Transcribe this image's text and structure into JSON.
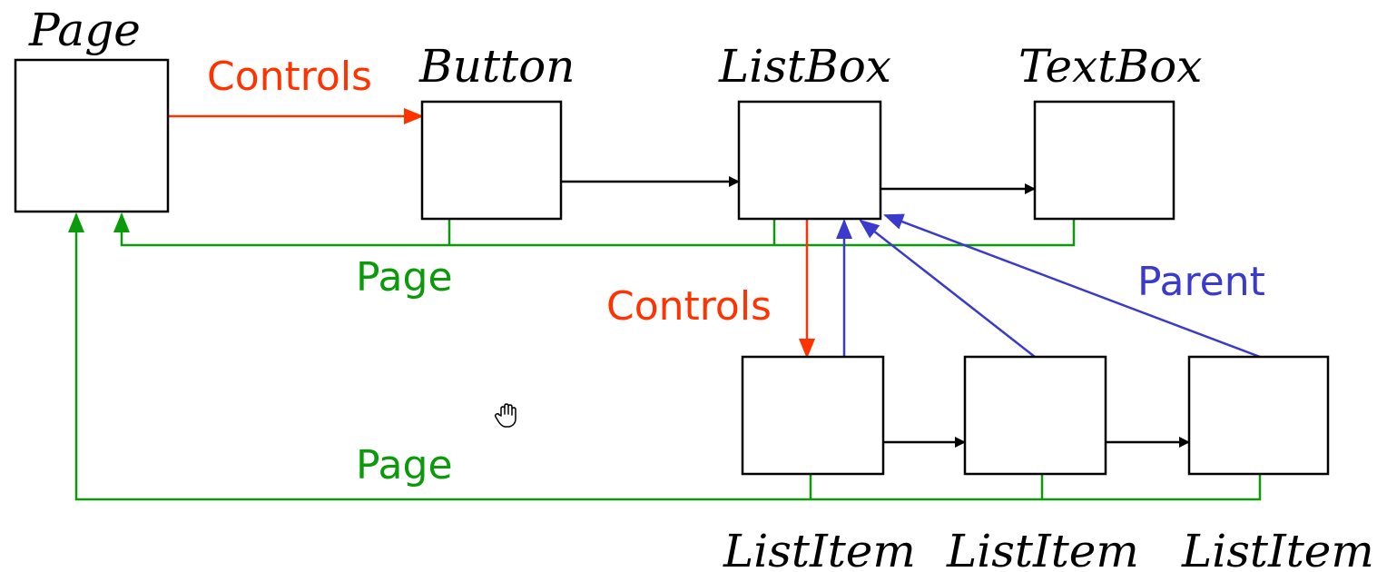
{
  "nodes": {
    "page": "Page",
    "button": "Button",
    "listbox": "ListBox",
    "textbox": "TextBox",
    "listitem1": "ListItem",
    "listitem2": "ListItem",
    "listitem3": "ListItem"
  },
  "edge_labels": {
    "controls_top": "Controls",
    "page_upper": "Page",
    "controls_mid": "Controls",
    "parent": "Parent",
    "page_lower": "Page"
  },
  "colors": {
    "controls": "#ff3300",
    "page": "#0a9a0a",
    "parent": "#3a3acc",
    "sibling": "#000000"
  },
  "icons": {
    "cursor": "hand-cursor-icon"
  }
}
